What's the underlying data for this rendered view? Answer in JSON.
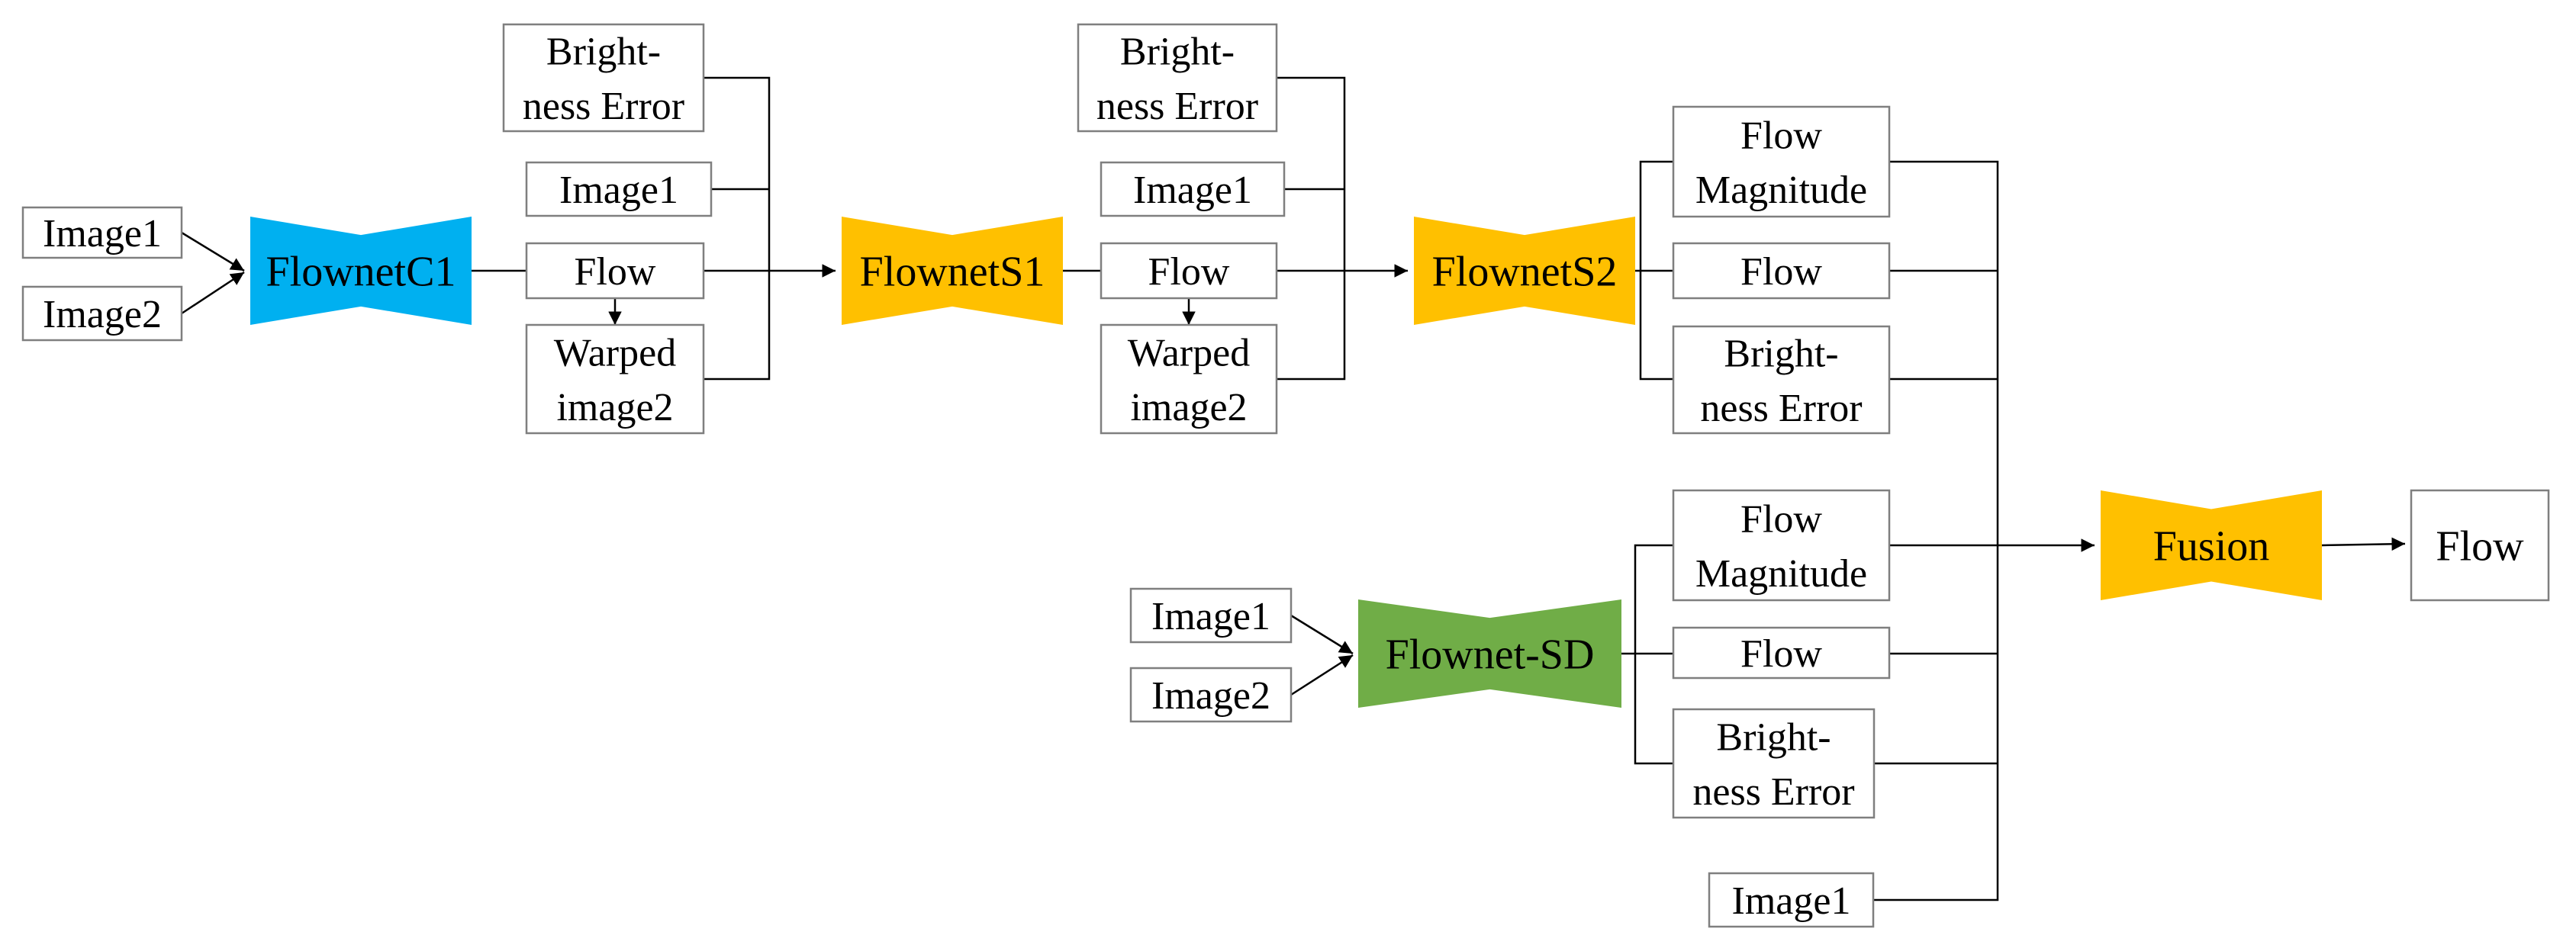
{
  "boxes": {
    "c1_in_image1": "Image1",
    "c1_in_image2": "Image2",
    "c1_out_brightness": [
      "Bright-",
      "ness Error"
    ],
    "c1_out_image1": "Image1",
    "c1_out_flow": "Flow",
    "c1_out_warped": [
      "Warped",
      "image2"
    ],
    "s1_out_brightness": [
      "Bright-",
      "ness Error"
    ],
    "s1_out_image1": "Image1",
    "s1_out_flow": "Flow",
    "s1_out_warped": [
      "Warped",
      "image2"
    ],
    "s2_out_magnitude": [
      "Flow",
      "Magnitude"
    ],
    "s2_out_flow": "Flow",
    "s2_out_brightness": [
      "Bright-",
      "ness Error"
    ],
    "sd_in_image1": "Image1",
    "sd_in_image2": "Image2",
    "sd_out_magnitude": [
      "Flow",
      "Magnitude"
    ],
    "sd_out_flow": "Flow",
    "sd_out_brightness": [
      "Bright-",
      "ness Error"
    ],
    "fusion_in_image1": "Image1",
    "final_flow": "Flow"
  },
  "networks": {
    "flownet_c1": {
      "label": "FlownetC1",
      "color": "#00b0f0"
    },
    "flownet_s1": {
      "label": "FlownetS1",
      "color": "#ffc000"
    },
    "flownet_s2": {
      "label": "FlownetS2",
      "color": "#ffc000"
    },
    "flownet_sd": {
      "label": "Flownet-SD",
      "color": "#70ad47"
    },
    "fusion": {
      "label": "Fusion",
      "color": "#ffc000"
    }
  }
}
